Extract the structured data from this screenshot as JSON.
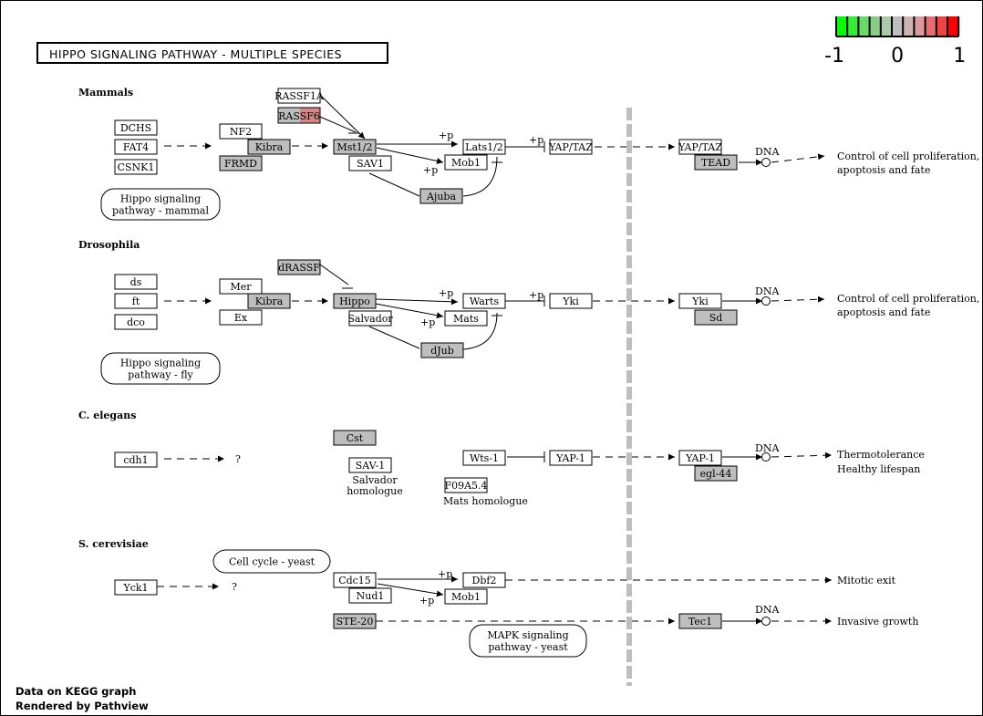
{
  "title": "HIPPO SIGNALING PATHWAY - MULTIPLE SPECIES",
  "footer": [
    "Data on KEGG graph",
    "Rendered by Pathview"
  ],
  "legend": {
    "labels": [
      "-1",
      "0",
      "1"
    ],
    "colors": [
      "#00ff00",
      "#33ee33",
      "#66dd66",
      "#88cc88",
      "#aacaaa",
      "#bebebe",
      "#cfb4b4",
      "#dd9999",
      "#e66e6e",
      "#f04444",
      "#ff0000"
    ]
  },
  "colors": {
    "gray": "#bebebe",
    "white": "#ffffff",
    "rassf6_left": "#bebebe",
    "rassf6_right": "#d88686",
    "divider": "#bebebe"
  },
  "sections": [
    "Mammals",
    "Drosophila",
    "C. elegans",
    "S. cerevisiae"
  ],
  "genes": {
    "dchs": "DCHS",
    "fat4": "FAT4",
    "csnk1": "CSNK1",
    "nf2": "NF2",
    "kibra_m": "Kibra",
    "frmd": "FRMD",
    "rassf1a": "RASSF1A",
    "rassf6": "RASSF6",
    "mst12": "Mst1/2",
    "sav1": "SAV1",
    "lats12": "Lats1/2",
    "mob1_m": "Mob1",
    "ajuba": "Ajuba",
    "yaptaz_m": "YAP/TAZ",
    "yaptaz_m2": "YAP/TAZ",
    "tead": "TEAD",
    "ds": "ds",
    "ft": "ft",
    "dco": "dco",
    "mer": "Mer",
    "kibra_d": "Kibra",
    "ex": "Ex",
    "drassf": "dRASSF",
    "hippo": "Hippo",
    "salvador": "Salvador",
    "warts": "Warts",
    "mats": "Mats",
    "djub": "dJub",
    "yki_d": "Yki",
    "yki_d2": "Yki",
    "sd": "Sd",
    "cdh1": "cdh1",
    "cst": "Cst",
    "sav1_ce": "SAV-1",
    "wts1": "Wts-1",
    "yap1_ce": "YAP-1",
    "f09a54": "F09A5.4",
    "yap1_ce2": "YAP-1",
    "egl44": "egl-44",
    "yck1": "Yck1",
    "cdc15": "Cdc15",
    "nud1": "Nud1",
    "dbf2": "Dbf2",
    "mob1_y": "Mob1",
    "ste20": "STE-20",
    "tec1": "Tec1"
  },
  "maps": {
    "hippo_mammal": [
      "Hippo signaling",
      "pathway - mammal"
    ],
    "hippo_fly": [
      "Hippo signaling",
      "pathway - fly"
    ],
    "cell_cycle_yeast": [
      "Cell cycle - yeast"
    ],
    "mapk_yeast": [
      "MAPK signaling",
      "pathway - yeast"
    ]
  },
  "labels": {
    "plus_p": "+p",
    "dna": "DNA",
    "unknown": "?",
    "prolif_1": "Control of cell proliferation,",
    "prolif_2": "apoptosis and fate",
    "thermo": "Thermotolerance",
    "healthy": "Healthy lifespan",
    "salvador_hom_1": "Salvador",
    "salvador_hom_2": "homologue",
    "mats_hom": "Mats homologue",
    "mitotic": "Mitotic exit",
    "invasive": "Invasive growth"
  }
}
